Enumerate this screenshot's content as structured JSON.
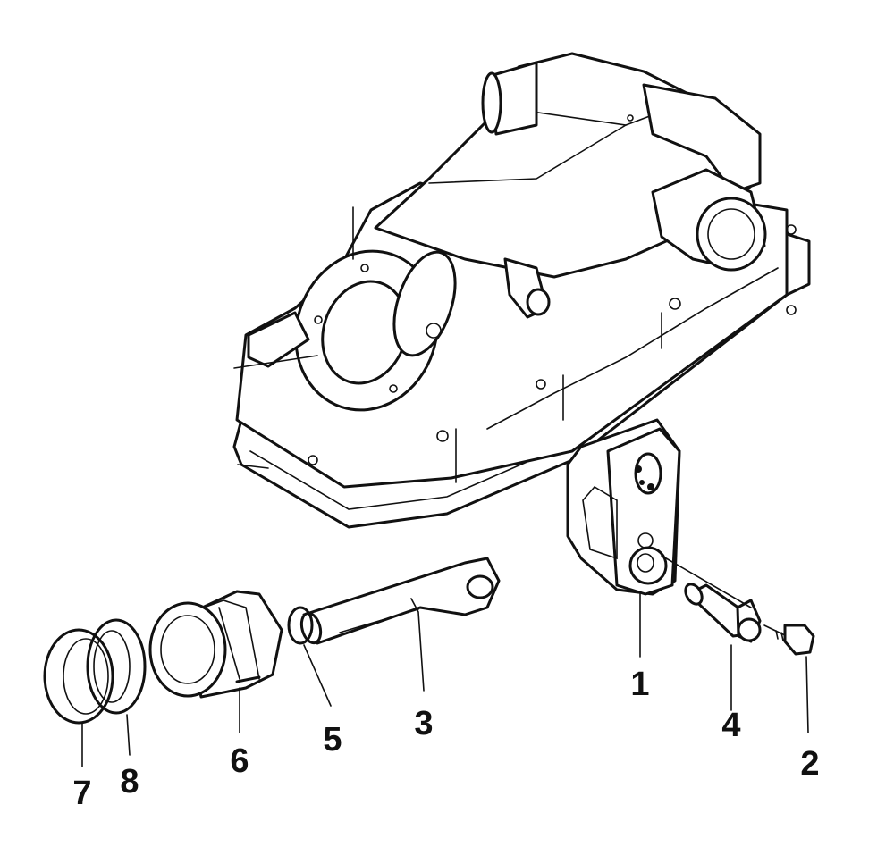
{
  "parts": [
    {
      "id": "1",
      "label": "1"
    },
    {
      "id": "2",
      "label": "2"
    },
    {
      "id": "3",
      "label": "3"
    },
    {
      "id": "4",
      "label": "4"
    },
    {
      "id": "5",
      "label": "5"
    },
    {
      "id": "6",
      "label": "6"
    },
    {
      "id": "7",
      "label": "7"
    },
    {
      "id": "8",
      "label": "8"
    }
  ],
  "colors": {
    "ink": "#111111",
    "paper": "#ffffff"
  }
}
